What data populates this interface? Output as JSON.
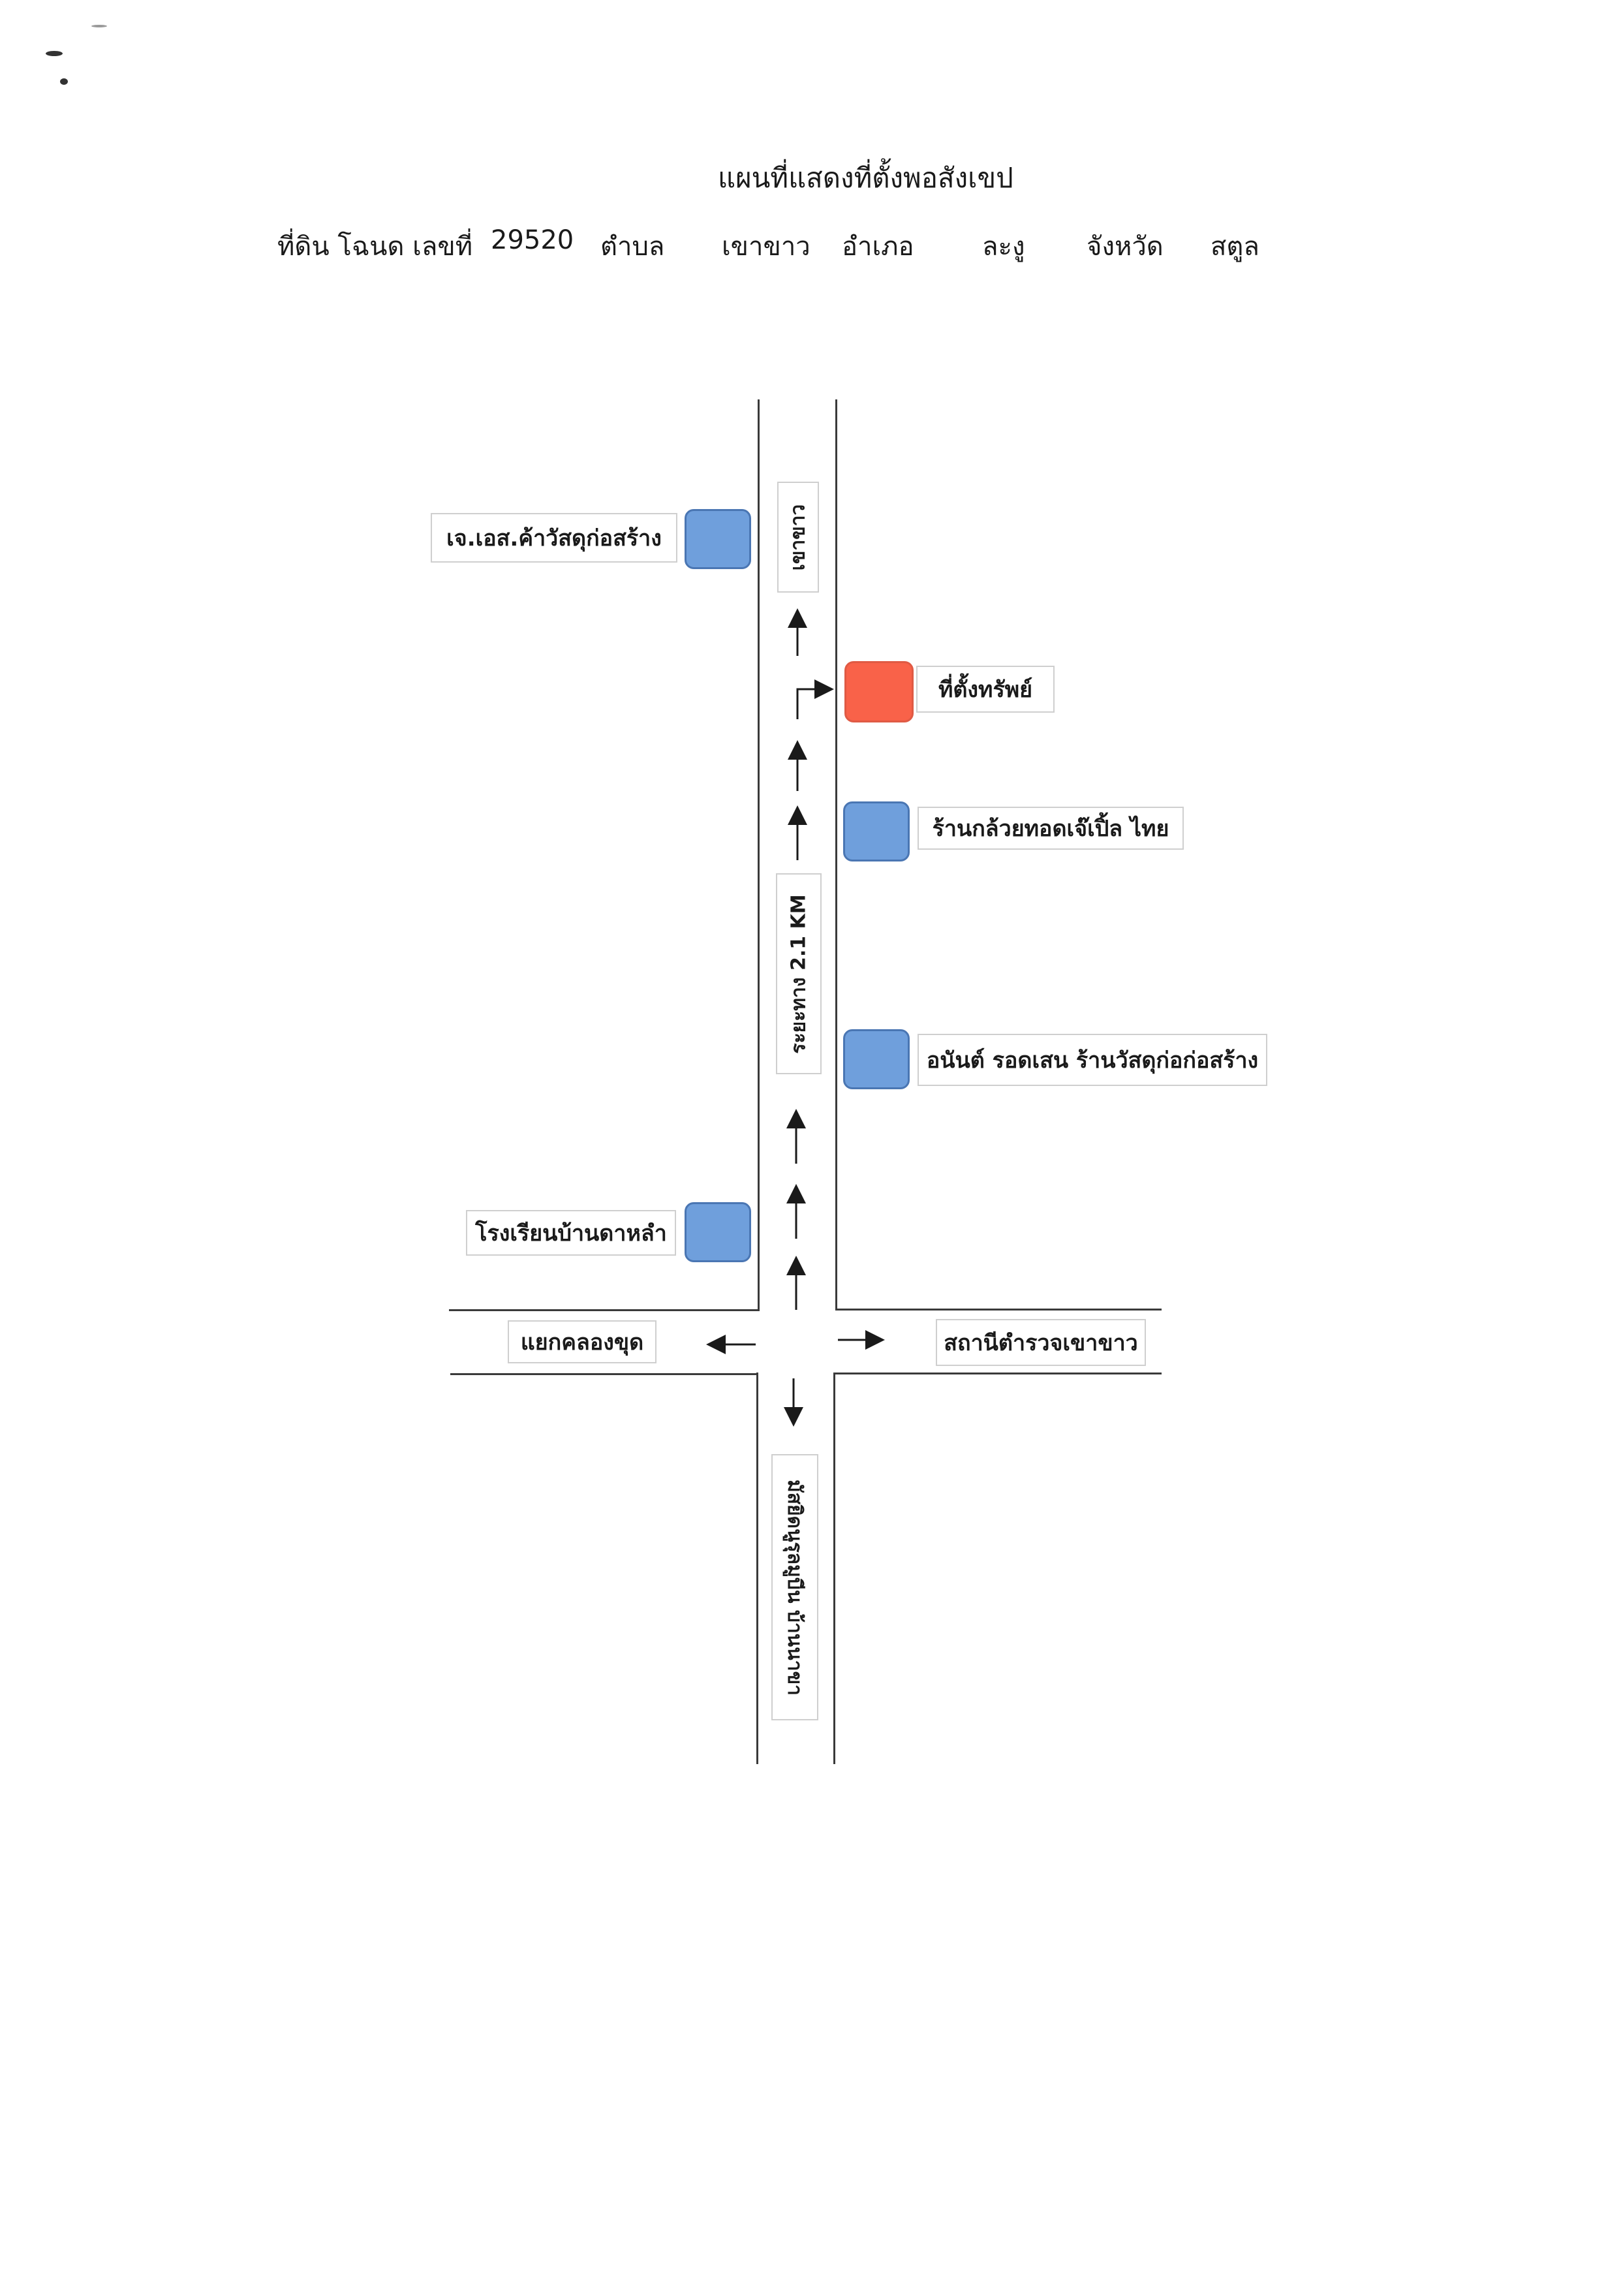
{
  "title": "แผนที่แสดงที่ตั้งพอสังเขป",
  "land_info": {
    "parcel_label": "ที่ดิน โฉนด เลขที่",
    "parcel_number": "29520",
    "subdistrict_label": "ตำบล",
    "subdistrict": "เขาขาว",
    "district_label": "อำเภอ",
    "district": "ละงู",
    "province_label": "จังหวัด",
    "province": "สตูล"
  },
  "road_labels": {
    "north": "เขาขาว",
    "distance": "ระยะทาง 2.1 KM",
    "south": "มัสยิดนูรุลมูบีน บ้านนาขา",
    "west": "แยกคลองขุด",
    "east": "สถานีตำรวจเขาขาว"
  },
  "landmarks": [
    {
      "id": "jes-store",
      "label": "เจ.เอส.ค้าวัสดุก่อสร้าง",
      "color": "#6f9fdc"
    },
    {
      "id": "property",
      "label": "ที่ตั้งทรัพย์",
      "color": "#f96249"
    },
    {
      "id": "banana-shop",
      "label": "ร้านกล้วยทอดเจ๊เปิ้ล ไทย",
      "color": "#6f9fdc"
    },
    {
      "id": "anan-store",
      "label": "อนันต์ รอดเสน ร้านวัสดุก่อก่อสร้าง",
      "color": "#6f9fdc"
    },
    {
      "id": "school",
      "label": "โรงเรียนบ้านดาหลำ",
      "color": "#6f9fdc"
    }
  ]
}
